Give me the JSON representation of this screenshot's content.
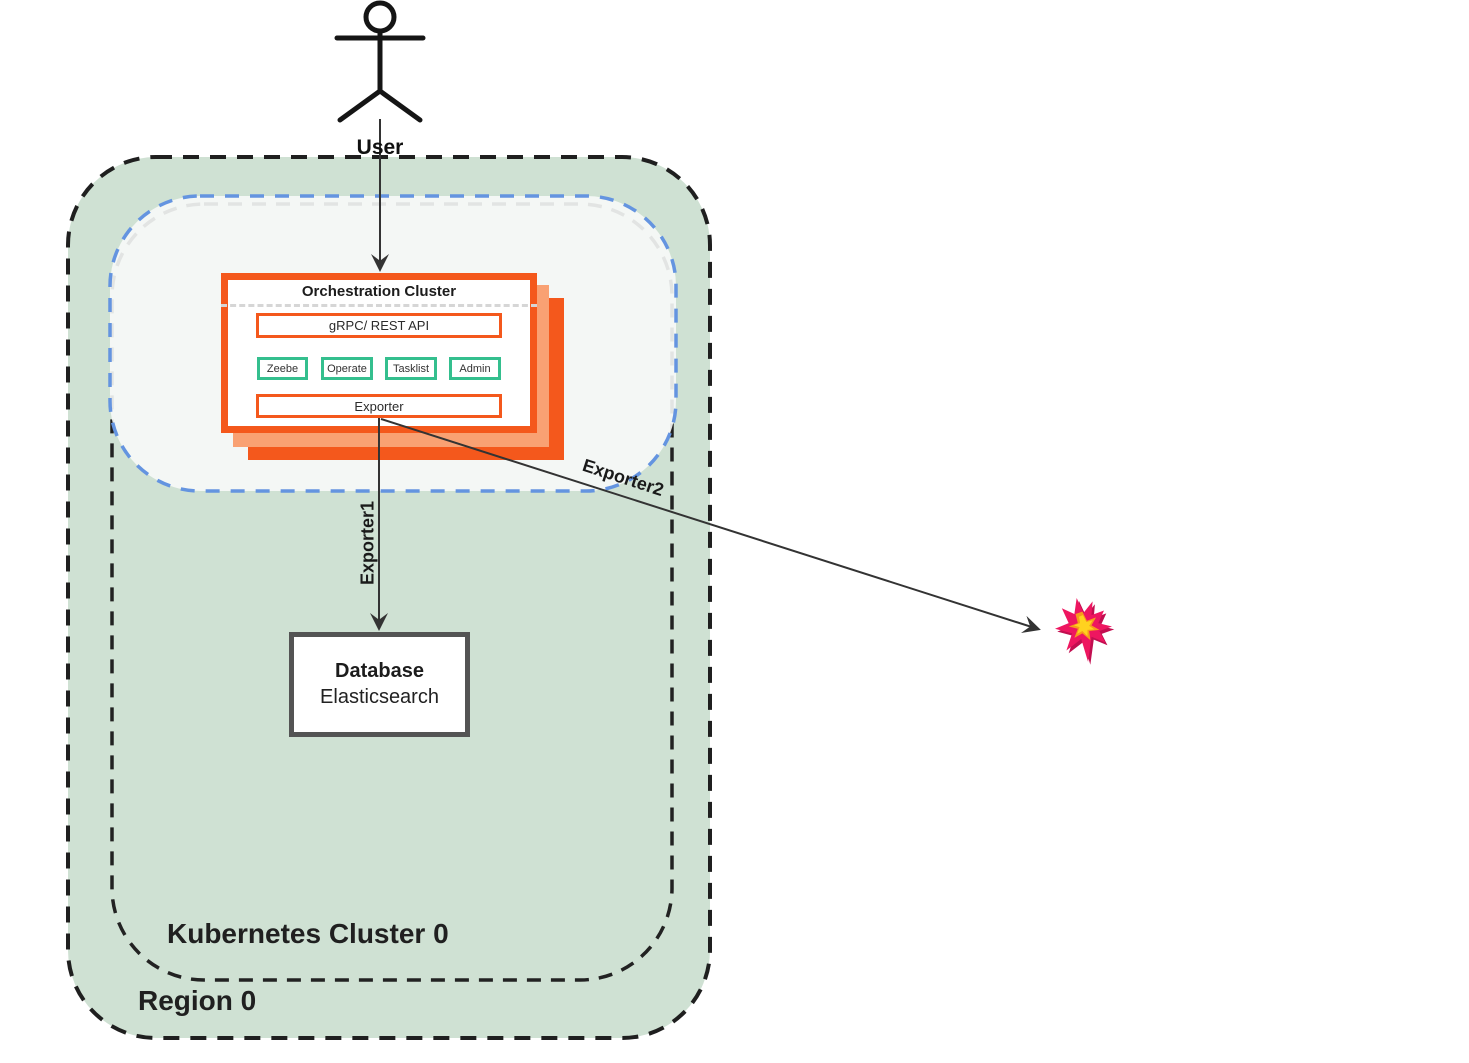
{
  "diagram": {
    "actor_label": "User",
    "region": {
      "label": "Region 0"
    },
    "kubernetes_cluster": {
      "label": "Kubernetes Cluster 0"
    },
    "orchestration_cluster": {
      "title": "Orchestration Cluster",
      "api_bar": "gRPC/ REST API",
      "components": [
        "Zeebe",
        "Operate",
        "Tasklist",
        "Admin"
      ],
      "exporter_bar": "Exporter"
    },
    "database": {
      "title": "Database",
      "subtitle": "Elasticsearch"
    },
    "edges": [
      {
        "label": "Exporter1"
      },
      {
        "label": "Exporter2"
      }
    ],
    "icons": {
      "actor": "stick-figure-icon",
      "failure": "explosion-collision-icon"
    },
    "colors": {
      "region_fill": "#cfe1d3",
      "zone_fill": "#f6f9f6",
      "zone_border": "#6494e0",
      "cluster_dash": "#1f1f1f",
      "node_orange": "#f4581c",
      "node_salmon": "#f9a173",
      "component_green": "#34bf8e",
      "database_border": "#545454",
      "arrow": "#333333",
      "burst_pink": "#ee1660",
      "burst_crimson": "#c20e50",
      "burst_orange": "#f79b1c",
      "burst_yellow": "#ffd21f"
    }
  }
}
